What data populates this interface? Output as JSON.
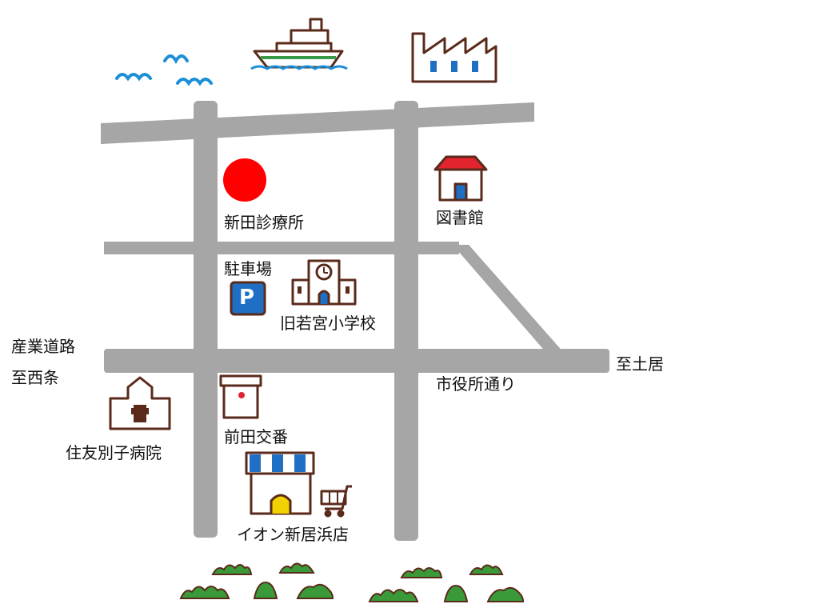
{
  "colors": {
    "road": "#a6a6a6",
    "marker": "#ff0000",
    "outline": "#5a2a1a",
    "water": "#1a8fd8",
    "roof_red": "#e2242f",
    "awning_blue": "#1f6fc4",
    "door_yellow": "#f2d100",
    "tree_green": "#3a9a3a",
    "ship_green": "#3a9a4a",
    "parking_blue": "#1f6fc4"
  },
  "labels": {
    "clinic": "新田診療所",
    "library": "図書館",
    "parking": "駐車場",
    "school": "旧若宮小学校",
    "sangyo_road": "産業道路",
    "to_saijo": "至西条",
    "to_doi": "至土居",
    "city_hall_street": "市役所通り",
    "hospital": "住友別子病院",
    "police_box": "前田交番",
    "aeon": "イオン新居浜店"
  },
  "icons": [
    "waves-icon",
    "ship-icon",
    "factory-icon",
    "library-icon",
    "school-icon",
    "parking-icon",
    "hospital-icon",
    "police-box-icon",
    "store-icon",
    "cart-icon",
    "trees-icon"
  ],
  "parking_sign": "P"
}
